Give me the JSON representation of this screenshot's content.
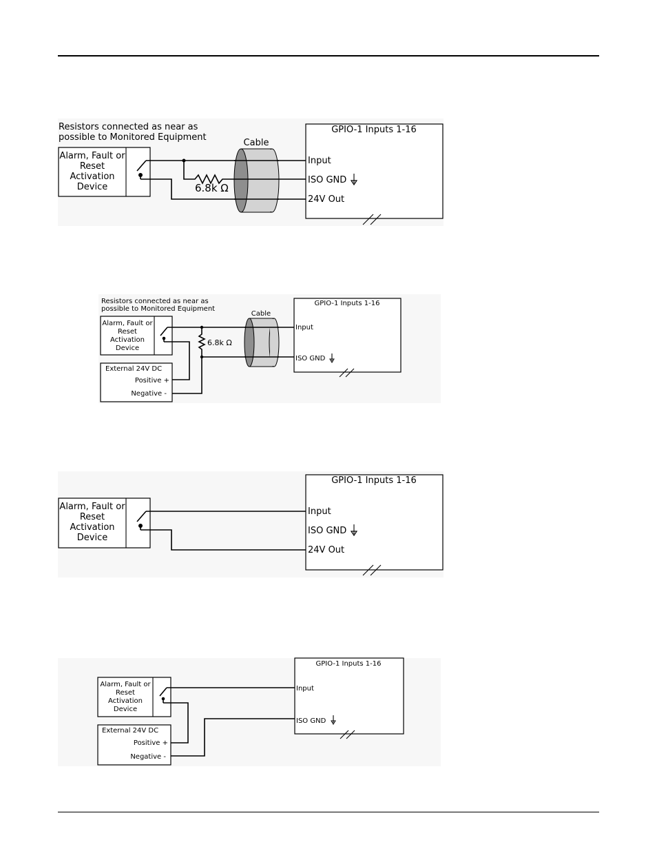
{
  "diagrams": [
    {
      "note_line1": "Resistors connected as near as",
      "note_line2": "possible to  Monitored Equipment",
      "device_lines": [
        "Alarm, Fault or",
        "Reset",
        "Activation",
        "Device"
      ],
      "cable_label": "Cable",
      "resistor_label": "6.8k Ω",
      "gpio_title": "GPIO-1 Inputs 1-16",
      "pins": [
        "Input",
        "ISO GND",
        "24V Out"
      ]
    },
    {
      "note_line1": "Resistors connected as near as",
      "note_line2": "possible to  Monitored Equipment",
      "device_lines": [
        "Alarm, Fault or",
        "Reset",
        "Activation",
        "Device"
      ],
      "cable_label": "Cable",
      "resistor_label": "6.8k Ω",
      "supply_title": "External 24V DC",
      "supply_positive": "Positive +",
      "supply_negative": "Negative -",
      "gpio_title": "GPIO-1 Inputs 1-16",
      "pins": [
        "Input",
        "ISO GND"
      ]
    },
    {
      "device_lines": [
        "Alarm, Fault or",
        "Reset",
        "Activation",
        "Device"
      ],
      "gpio_title": "GPIO-1 Inputs 1-16",
      "pins": [
        "Input",
        "ISO GND",
        "24V Out"
      ]
    },
    {
      "device_lines": [
        "Alarm, Fault or",
        "Reset",
        "Activation",
        "Device"
      ],
      "supply_title": "External 24V DC",
      "supply_positive": "Positive +",
      "supply_negative": "Negative -",
      "gpio_title": "GPIO-1 Inputs 1-16",
      "pins": [
        "Input",
        "ISO GND"
      ]
    }
  ]
}
